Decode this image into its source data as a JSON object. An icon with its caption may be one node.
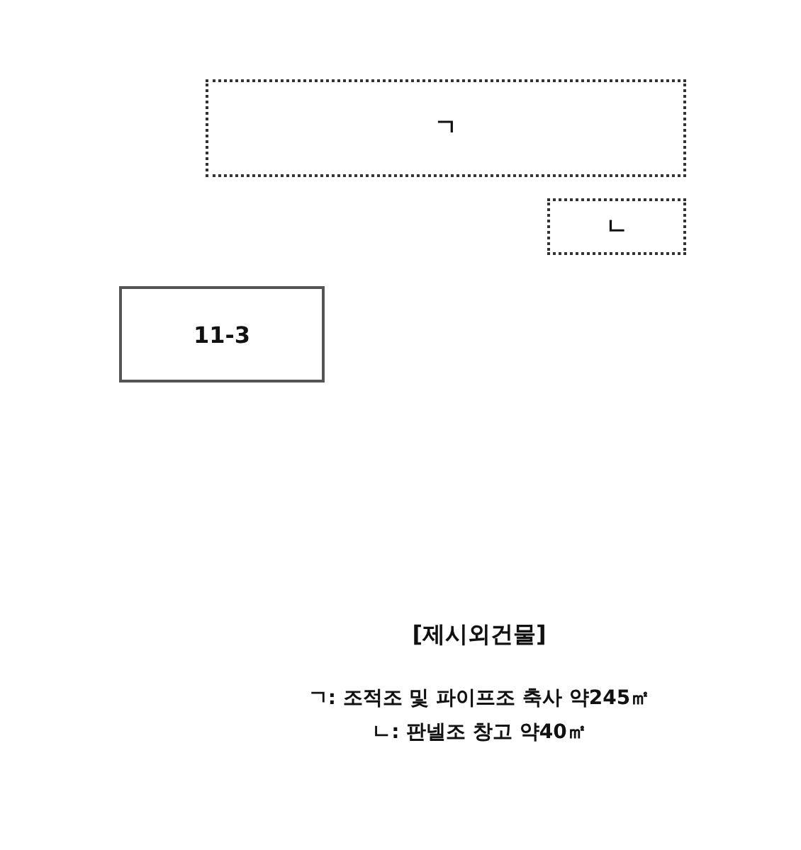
{
  "diagram": {
    "nodes": [
      {
        "text": [
          "ㄱ"
        ]
      },
      {
        "text": [
          "ㄴ"
        ]
      },
      {
        "text": [
          "11-3"
        ]
      }
    ],
    "labels": [
      "[제시외건물]",
      "ㄱ: 조적조 및 파이프조 축사 약245㎡",
      "ㄴ: 판넬조 창고 약40㎡"
    ]
  }
}
